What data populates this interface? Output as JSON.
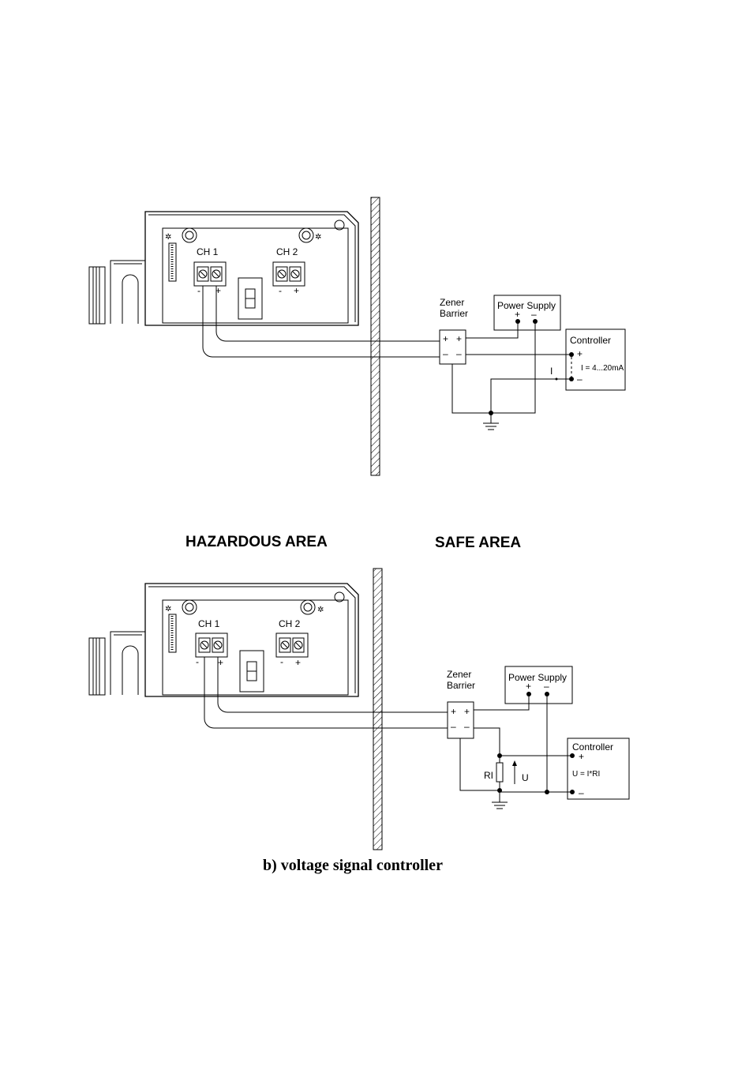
{
  "areas": {
    "hazardous": "HAZARDOUS AREA",
    "safe": "SAFE AREA"
  },
  "caption_b": "b) voltage signal controller",
  "device": {
    "ch1": "CH 1",
    "ch2": "CH 2",
    "minus": "-",
    "plus": "+"
  },
  "diagram_a": {
    "zener": [
      "Zener",
      "Barrier"
    ],
    "power_supply": "Power Supply",
    "controller": "Controller",
    "current_label": "I",
    "current_formula": "I = 4...20mA",
    "plus": "+",
    "minus": "–"
  },
  "diagram_b": {
    "zener": [
      "Zener",
      "Barrier"
    ],
    "power_supply": "Power Supply",
    "controller": "Controller",
    "resistor": "RI",
    "voltage": "U",
    "voltage_formula": "U = I*RI",
    "plus": "+",
    "minus": "–"
  }
}
